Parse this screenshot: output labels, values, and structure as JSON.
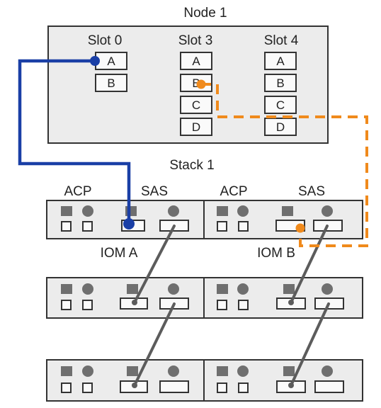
{
  "node": {
    "title": "Node 1",
    "slots": [
      {
        "label": "Slot 0",
        "ports": [
          "A",
          "B"
        ]
      },
      {
        "label": "Slot 3",
        "ports": [
          "A",
          "B",
          "C",
          "D"
        ]
      },
      {
        "label": "Slot 4",
        "ports": [
          "A",
          "B",
          "C",
          "D"
        ]
      }
    ]
  },
  "stack": {
    "title": "Stack 1",
    "module_a": {
      "acp_label": "ACP",
      "sas_label": "SAS",
      "iom_label": "IOM A"
    },
    "module_b": {
      "acp_label": "ACP",
      "sas_label": "SAS",
      "iom_label": "IOM B"
    }
  },
  "colors": {
    "blue_cable": "#1a3fa6",
    "orange_cable": "#f08a1c",
    "gray_cable": "#5c5c5c"
  }
}
